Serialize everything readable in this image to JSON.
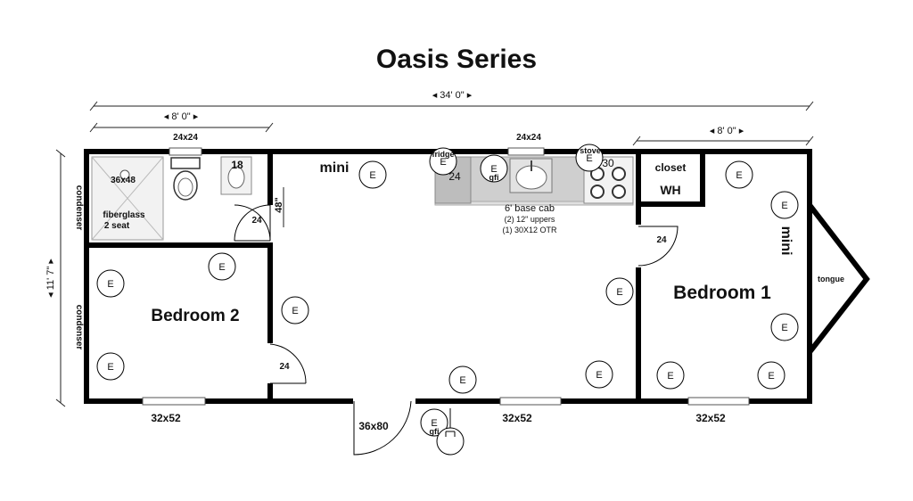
{
  "title": "Oasis Series",
  "dimensions": {
    "overall_length": "◂ 34' 0\" ▸",
    "left_section": "◂ 8' 0\" ▸",
    "right_section": "◂ 8' 0\" ▸",
    "overall_width": "◂ 11' 7\" ▸",
    "bath_door_height": "48\""
  },
  "rooms": {
    "bedroom_1": "Bedroom 1",
    "bedroom_2": "Bedroom 2",
    "closet": "closet",
    "water_heater": "WH"
  },
  "labels": {
    "condenser_top": "condenser",
    "condenser_bottom": "condenser",
    "mini_living": "mini",
    "mini_bedroom": "mini",
    "tongue": "tongue",
    "base_cab": "6' base cab",
    "uppers": "(2) 12\" uppers",
    "otr": "(1) 30X12 OTR",
    "fridge": "fridge",
    "fridge_size": "24",
    "stove": "stove",
    "stove_size": "30",
    "sink_gfi": "gfi",
    "door_gfi": "gfi",
    "shower_size": "36x48",
    "shower_desc_1": "fiberglass",
    "shower_desc_2": "2 seat",
    "vanity_size": "18"
  },
  "windows": {
    "bath_top": "24x24",
    "kitchen_top": "24x24",
    "bedroom2_bottom": "32x52",
    "living_bottom": "32x52",
    "bedroom1_bottom": "32x52"
  },
  "doors": {
    "front": "36x80",
    "bath": "24",
    "bedroom2": "24",
    "bedroom1": "24"
  },
  "outlet_symbol": "E"
}
